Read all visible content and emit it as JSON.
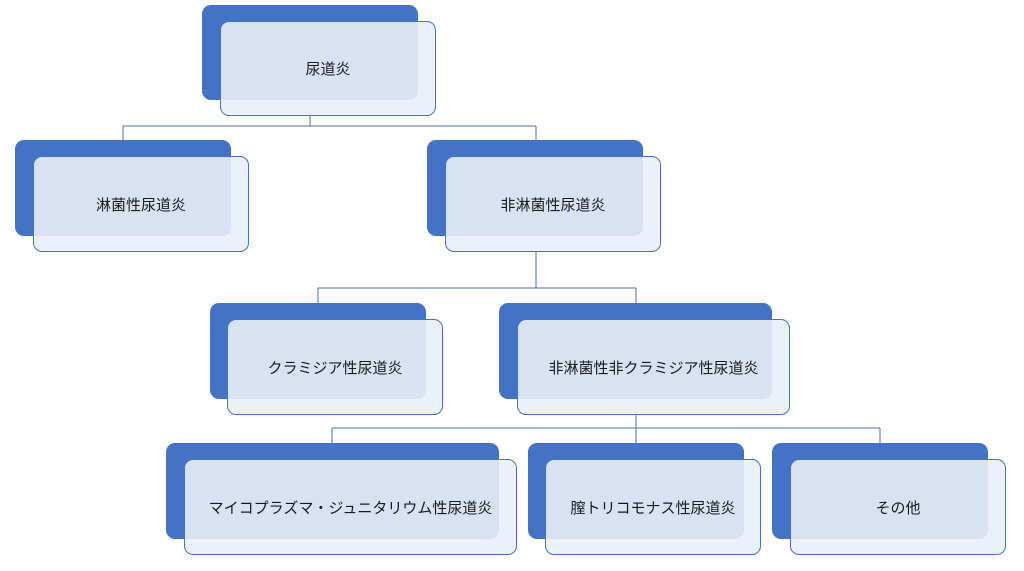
{
  "diagram": {
    "root": {
      "label": "尿道炎"
    },
    "level1": {
      "gonococcal": {
        "label": "淋菌性尿道炎"
      },
      "non_gonococcal": {
        "label": "非淋菌性尿道炎"
      }
    },
    "level2": {
      "chlamydial": {
        "label": "クラミジア性尿道炎"
      },
      "non_gono_non_chlamydial": {
        "label": "非淋菌性非クラミジア性尿道炎"
      }
    },
    "level3": {
      "mycoplasma": {
        "label": "マイコプラズマ・ジュニタリウム性尿道炎"
      },
      "trichomonas": {
        "label": "膣トリコモナス性尿道炎"
      },
      "other": {
        "label": "その他"
      }
    }
  },
  "colors": {
    "accent": "#4472c4",
    "box_fill": "#e9eef8",
    "text": "#1a1a1a"
  }
}
